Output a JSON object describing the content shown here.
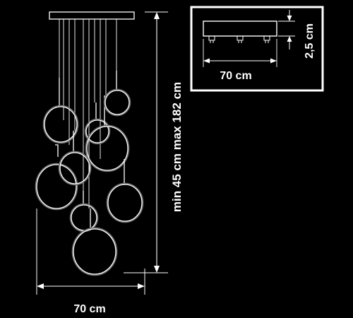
{
  "dimensions": {
    "bottom_width": "70 cm",
    "height_range": "min 45 cm max 182 cm",
    "inset_width": "70 cm",
    "inset_height": "2,5 cm"
  },
  "pendant_count": 9,
  "colors": {
    "background": "#000000",
    "lines": "#ffffff",
    "glass": "#6e6e6e"
  }
}
